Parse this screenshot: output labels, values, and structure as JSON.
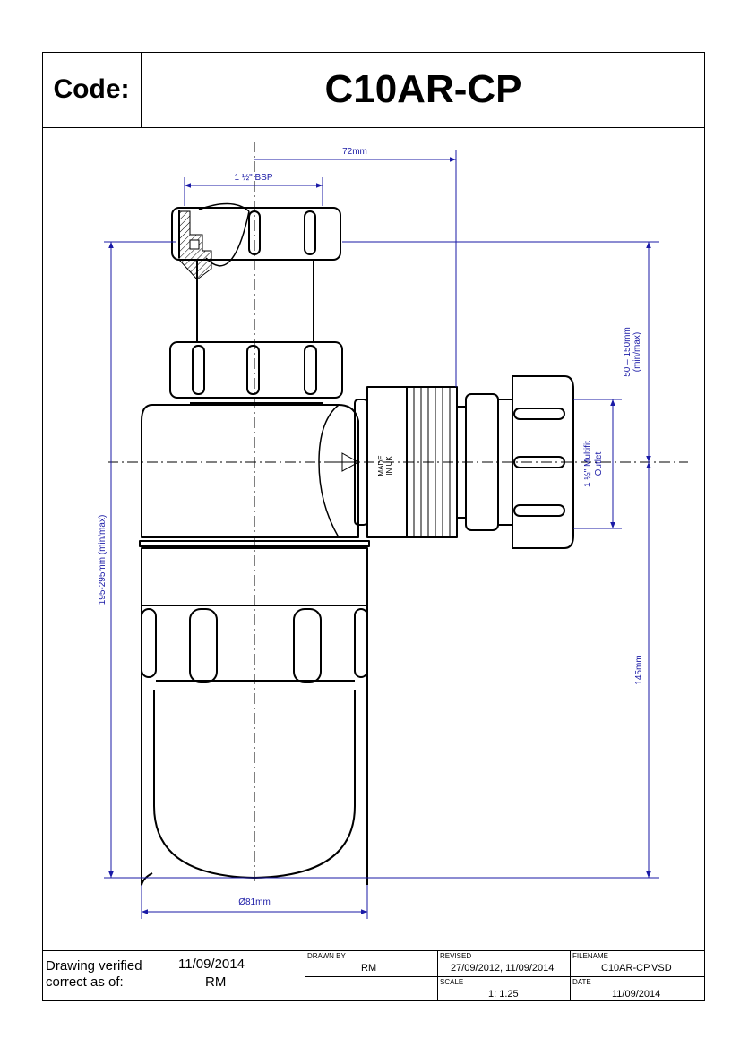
{
  "header": {
    "code_label": "Code:",
    "code_value": "C10AR-CP"
  },
  "dimensions": {
    "offset_72": "72mm",
    "thread_bsp": "1 ½\" BSP",
    "height_range": "50 – 150mm",
    "height_range_sub": "(min/max)",
    "overall_height": "195-295mm (min/max)",
    "outlet_line1": "1 ½\" Multifit",
    "outlet_line2": "Outlet",
    "lower_height": "145mm",
    "diameter": "Ø81mm"
  },
  "embossing": {
    "made_in_line1": "MADE",
    "made_in_line2": "IN UK"
  },
  "footer": {
    "verified_label_1": "Drawing verified",
    "verified_label_2": "correct as of:",
    "verified_date": "11/09/2014",
    "verified_by": "RM",
    "drawn_by_label": "DRAWN BY",
    "drawn_by_value": "RM",
    "revised_label": "REVISED",
    "revised_value": "27/09/2012, 11/09/2014",
    "filename_label": "FILENAME",
    "filename_value": "C10AR-CP.VSD",
    "scale_label": "SCALE",
    "scale_value": "1: 1.25",
    "date_label": "DATE",
    "date_value": "11/09/2014"
  },
  "colors": {
    "dimension": "#1a1aa6",
    "outline": "#000000"
  }
}
